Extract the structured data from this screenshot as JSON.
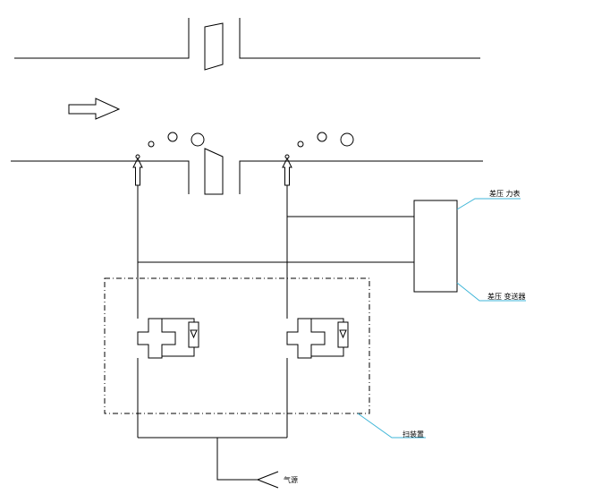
{
  "labels": {
    "gauge": "差压 力表",
    "transmitter": "差压 变送器",
    "purge_device": "扫装置",
    "air_source": "气源"
  },
  "colors": {
    "line": "#000000",
    "leader": "#3fb6d8",
    "background": "#ffffff"
  },
  "icons": {
    "flow_direction": "arrow-right-icon"
  }
}
